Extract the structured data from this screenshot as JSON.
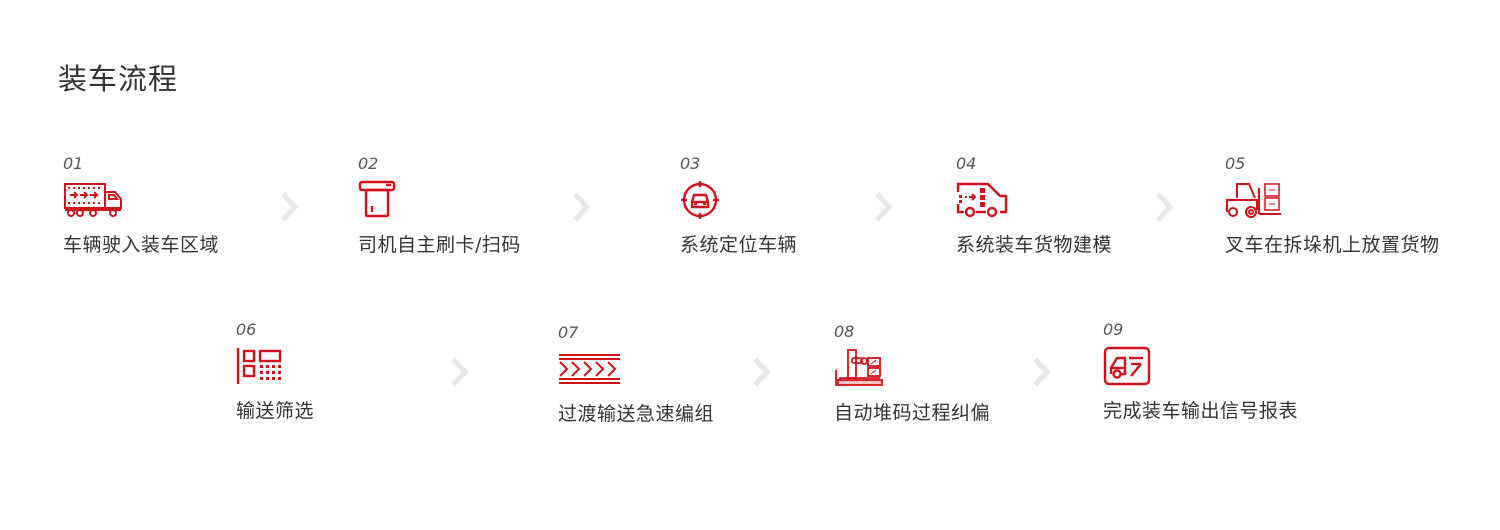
{
  "page": {
    "title": "装车流程",
    "accent_color": "#d0121b",
    "chevron_color": "#e6e6e6"
  },
  "steps": [
    {
      "num": "01",
      "label": "车辆驶入装车区域",
      "icon": "truck-arrows-icon"
    },
    {
      "num": "02",
      "label": "司机自主刷卡/扫码",
      "icon": "card-reader-icon"
    },
    {
      "num": "03",
      "label": "系统定位车辆",
      "icon": "target-car-icon"
    },
    {
      "num": "04",
      "label": "系统装车货物建模",
      "icon": "van-modeling-icon"
    },
    {
      "num": "05",
      "label": "叉车在拆垛机上放置货物",
      "icon": "forklift-icon"
    },
    {
      "num": "06",
      "label": "输送筛选",
      "icon": "conveyor-filter-icon"
    },
    {
      "num": "07",
      "label": "过渡输送急速编组",
      "icon": "conveyor-arrows-icon"
    },
    {
      "num": "08",
      "label": "自动堆码过程纠偏",
      "icon": "robot-palletizer-icon"
    },
    {
      "num": "09",
      "label": "完成装车输出信号报表",
      "icon": "truck-report-icon"
    }
  ]
}
